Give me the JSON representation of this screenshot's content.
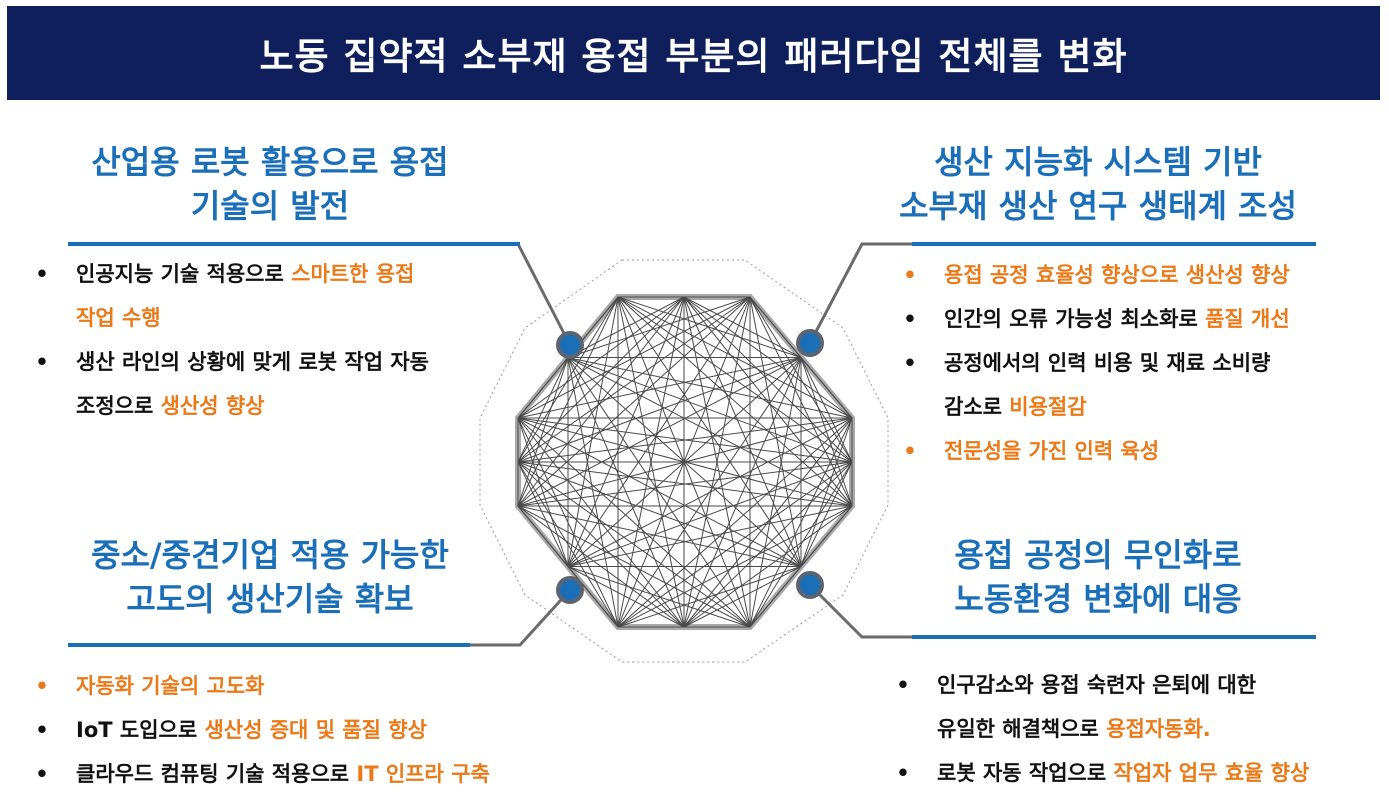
{
  "title": "노동 집약적 소부재 용접 부분의 패러다임 전체를 변화",
  "colors": {
    "banner": "#0f1f5c",
    "heading": "#1a6fb8",
    "highlight": "#ea7a19",
    "node": "#1a6fb8"
  },
  "quadrants": {
    "top_left": {
      "heading": [
        "산업용 로봇 활용으로 용접",
        "기술의 발전"
      ],
      "items": [
        {
          "text": "인공지능 기술 적용으로 ",
          "highlight": "스마트한 용접",
          "continuation_highlight": "작업 수행"
        },
        {
          "text": "생산 라인의  상황에 맞게 로봇 작업 자동",
          "continuation": "조정으로 ",
          "continuation_highlight": "생산성 향상"
        }
      ]
    },
    "top_right": {
      "heading": [
        "생산 지능화 시스템 기반",
        "소부재 생산 연구 생태계 조성"
      ],
      "items": [
        {
          "highlight": "용접 공정 효율성 향상으로 생산성 향상",
          "orange": true
        },
        {
          "text": "인간의 오류 가능성 최소화로 ",
          "highlight": "품질 개선"
        },
        {
          "text": "공정에서의 인력 비용 및 재료 소비량",
          "continuation": "감소로  ",
          "continuation_highlight": "비용절감"
        },
        {
          "highlight": "전문성을 가진 인력 육성",
          "orange": true
        }
      ]
    },
    "bottom_left": {
      "heading": [
        "중소/중견기업 적용 가능한",
        "고도의 생산기술 확보"
      ],
      "items": [
        {
          "highlight": "자동화 기술의 고도화",
          "orange": true
        },
        {
          "text": "IoT 도입으로 ",
          "highlight": "생산성 증대 및 품질 향상"
        },
        {
          "text": "클라우드 컴퓨팅 기술 적용으로 ",
          "highlight": "IT 인프라 구축"
        }
      ]
    },
    "bottom_right": {
      "heading": [
        "용접 공정의 무인화로",
        "노동환경 변화에 대응"
      ],
      "items": [
        {
          "text": "인구감소와 용접 숙련자 은퇴에 대한",
          "continuation": "유일한 해결책으로 ",
          "continuation_highlight": "용접자동화."
        },
        {
          "text": "로봇 자동 작업으로 ",
          "highlight": "작업자 업무 효율 향상"
        }
      ]
    }
  }
}
